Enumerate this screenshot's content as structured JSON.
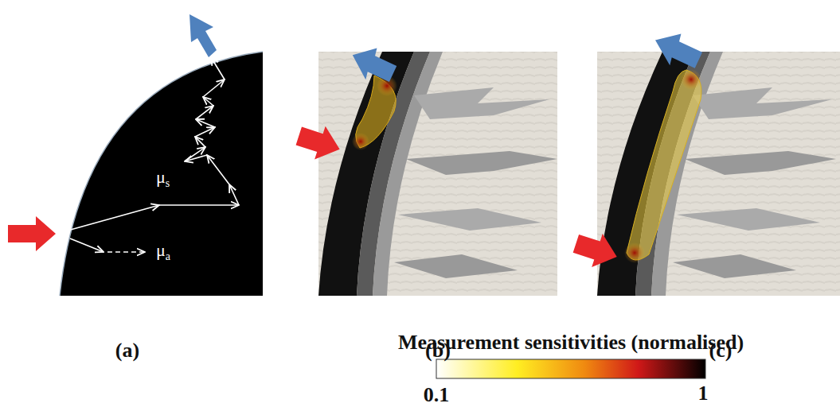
{
  "diagram": {
    "labels": [
      "μs",
      "μa",
      "(a)",
      "(b)",
      "(c)",
      "Measurement sensitivities (normalised)",
      "0.1",
      "1"
    ]
  }
}
